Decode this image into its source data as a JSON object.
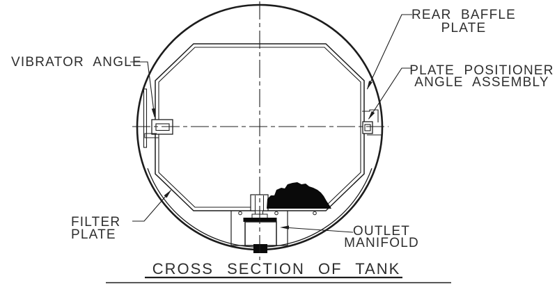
{
  "drawing": {
    "title": "CROSS SECTION OF TANK",
    "labels": {
      "vibrator_angle": "VIBRATOR ANGLE",
      "rear_baffle": {
        "line1": "REAR BAFFLE",
        "line2": "PLATE"
      },
      "plate_positioner": {
        "line1": "PLATE POSITIONER",
        "line2": "ANGLE ASSEMBLY"
      },
      "filter_plate": {
        "line1": "FILTER",
        "line2": "PLATE"
      },
      "outlet_manifold": {
        "line1": "OUTLET",
        "line2": "MANIFOLD"
      }
    },
    "colors": {
      "line": "#1c1c1c",
      "text": "#2e2e2e",
      "background": "#ffffff",
      "solid_fill": "#0a0a0a"
    }
  }
}
